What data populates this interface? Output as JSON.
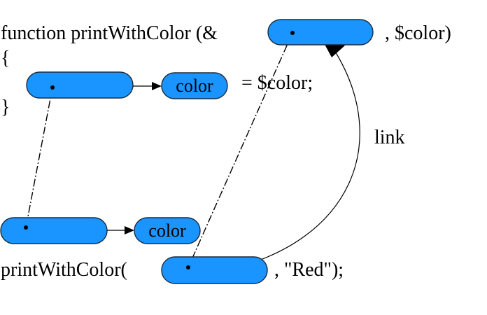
{
  "diagram": {
    "function_line": {
      "prefix": "function printWithColor (&",
      "suffix": ", $color)"
    },
    "open_brace": "{",
    "close_brace": "}",
    "assignment_text": "= $color;",
    "local_value_label": "color",
    "call_line": {
      "prefix": "printWithColor(",
      "suffix": ", \"Red\");"
    },
    "global_value_label": "color",
    "link_label": "link",
    "colors": {
      "pill_fill": "#1a95ff",
      "pill_stroke": "#1b2b40",
      "ink": "#000000",
      "background": "#ffffff"
    }
  }
}
